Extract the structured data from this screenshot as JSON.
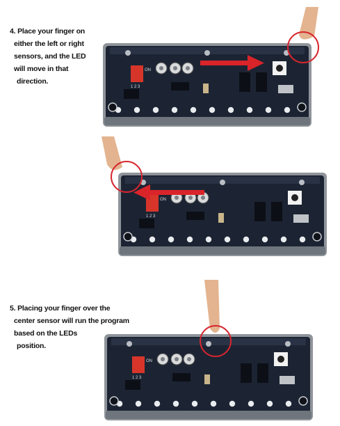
{
  "steps": [
    {
      "lines": [
        "4. Place your finger on",
        "either the left or right",
        "sensors, and the LED",
        "will move in that",
        "direction."
      ],
      "arrow": "right",
      "finger_side": "right"
    },
    {
      "lines": [],
      "arrow": "left",
      "finger_side": "left"
    },
    {
      "lines": [
        "5. Placing your finger over the",
        "center sensor will run the program",
        "based on the LEDs",
        "position."
      ],
      "arrow": "none",
      "finger_side": "center"
    }
  ],
  "board": {
    "switch_label": "ON",
    "switch_numbers": "1 2 3"
  },
  "colors": {
    "arrow": "#d9242a",
    "circle": "#d7262f",
    "board": "#1c2433",
    "frame": "#8f949a"
  }
}
